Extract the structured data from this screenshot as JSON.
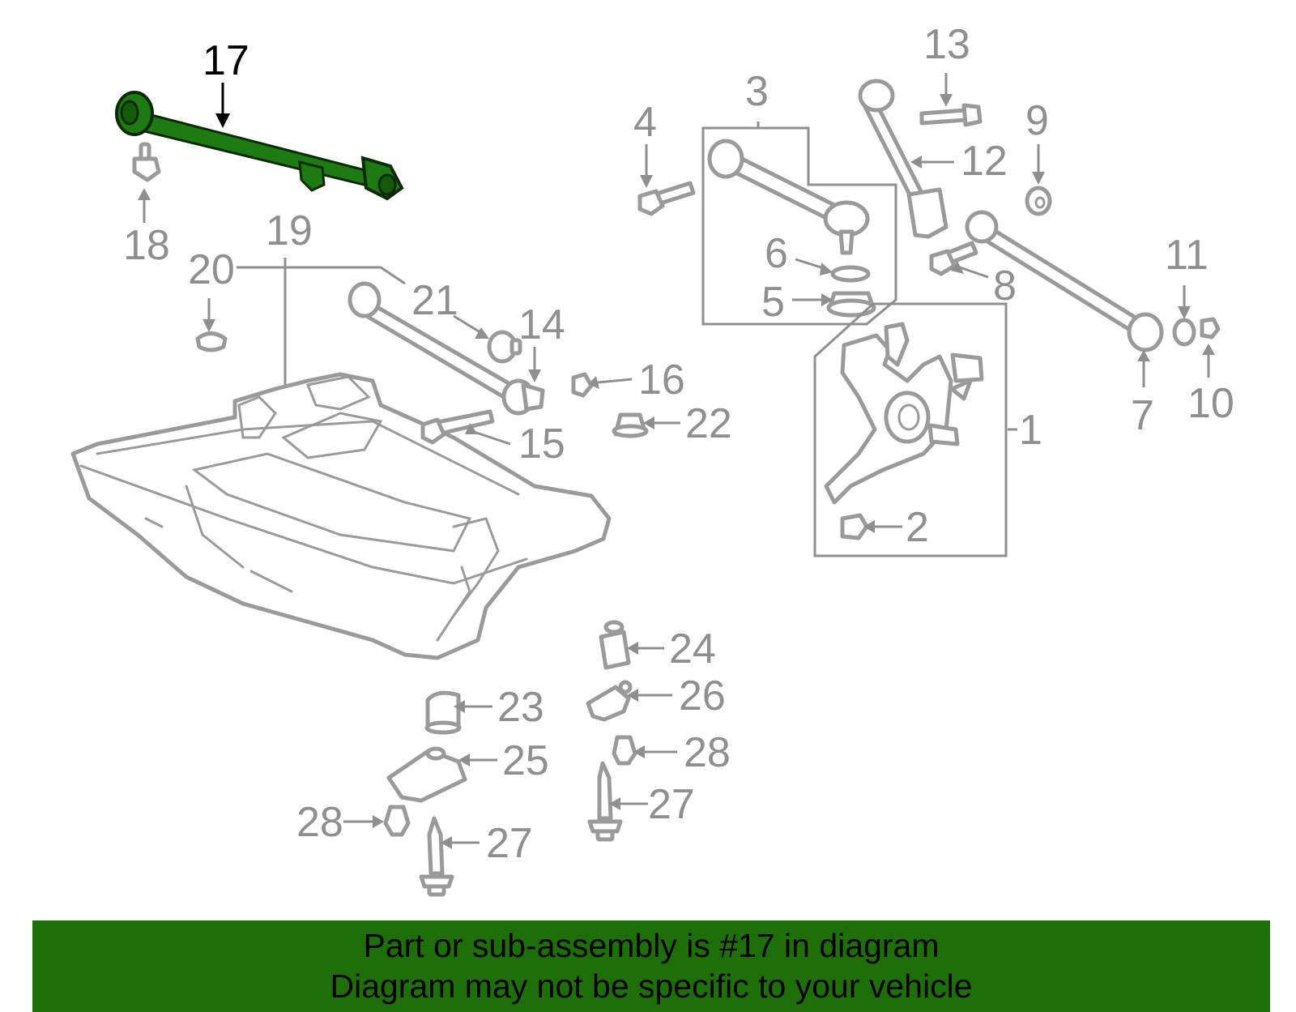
{
  "diagram": {
    "highlighted_part": "17",
    "highlight_color": "#1e7a12",
    "callouts": [
      "1",
      "2",
      "3",
      "4",
      "5",
      "6",
      "7",
      "8",
      "9",
      "10",
      "11",
      "12",
      "13",
      "14",
      "15",
      "16",
      "17",
      "18",
      "19",
      "20",
      "21",
      "22",
      "23",
      "24",
      "25",
      "26",
      "27",
      "28"
    ],
    "callout_27_second": "27",
    "callout_28_second": "28"
  },
  "banner": {
    "line1": "Part or sub-assembly is #17 in diagram",
    "line2": "Diagram may not be specific to your vehicle",
    "color": "#1e6f0a"
  }
}
